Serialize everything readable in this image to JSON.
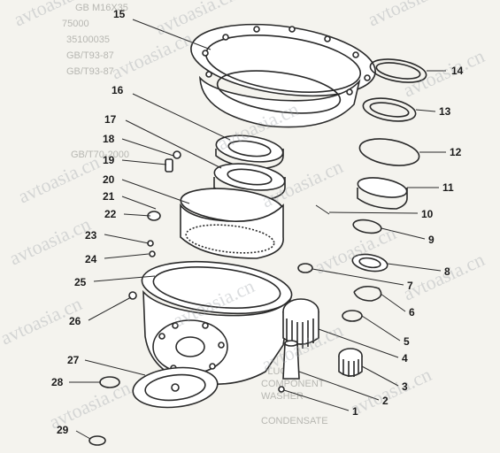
{
  "watermark": "avtoasia.cn",
  "background_text": [
    "GB M16X35",
    "75000",
    "35100035",
    "GB/T93-87",
    "GB/T93-87",
    "GB/T70-2000",
    "PLUG",
    "COMPONENT",
    "WASHER",
    "CONDENSATE"
  ],
  "callouts": [
    {
      "n": "1"
    },
    {
      "n": "2"
    },
    {
      "n": "3"
    },
    {
      "n": "4"
    },
    {
      "n": "5"
    },
    {
      "n": "6"
    },
    {
      "n": "7"
    },
    {
      "n": "8"
    },
    {
      "n": "9"
    },
    {
      "n": "10"
    },
    {
      "n": "11"
    },
    {
      "n": "12"
    },
    {
      "n": "13"
    },
    {
      "n": "14"
    },
    {
      "n": "15"
    },
    {
      "n": "16"
    },
    {
      "n": "17"
    },
    {
      "n": "18"
    },
    {
      "n": "19"
    },
    {
      "n": "20"
    },
    {
      "n": "21"
    },
    {
      "n": "22"
    },
    {
      "n": "23"
    },
    {
      "n": "24"
    },
    {
      "n": "25"
    },
    {
      "n": "26"
    },
    {
      "n": "27"
    },
    {
      "n": "28"
    },
    {
      "n": "29"
    }
  ]
}
